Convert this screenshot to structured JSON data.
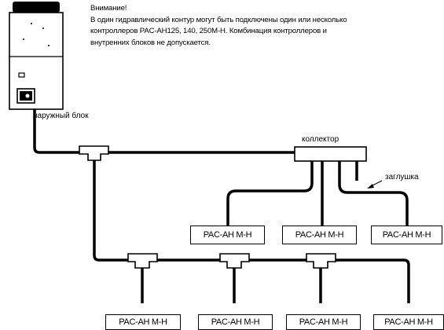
{
  "notice": {
    "title": "Внимание!",
    "line1": "В один гидравлический контур могут быть подключены один или несколько",
    "line2": "контроллеров PAC-AH125, 140, 250M-H. Комбинация контроллеров и",
    "line3": "внутренних блоков не допускается."
  },
  "labels": {
    "outdoor_unit": "наружный блок",
    "collector": "коллектор",
    "plug": "заглушка"
  },
  "controllers": {
    "top": [
      "PAC-AH M-H",
      "PAC-AH M-H",
      "PAC-AH M-H"
    ],
    "bottom": [
      "PAC-AH M-H",
      "PAC-AH M-H",
      "PAC-AH M-H",
      "PAC-AH M-H"
    ]
  }
}
